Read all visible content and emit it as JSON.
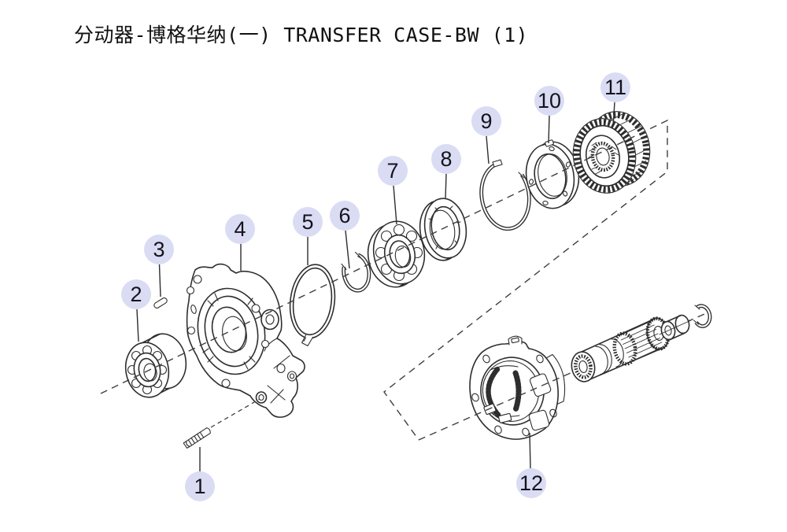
{
  "title": "分动器-博格华纳(一) TRANSFER CASE-BW (1)",
  "callouts": [
    {
      "label": "1",
      "part": "hex-flange-bolt"
    },
    {
      "label": "2",
      "part": "ball-bearing-front"
    },
    {
      "label": "3",
      "part": "dowel-pin"
    },
    {
      "label": "4",
      "part": "front-bearing-retainer-plate"
    },
    {
      "label": "5",
      "part": "oil-baffle-ring"
    },
    {
      "label": "6",
      "part": "snap-ring-small"
    },
    {
      "label": "7",
      "part": "ball-bearing-main"
    },
    {
      "label": "8",
      "part": "bearing-race-ring"
    },
    {
      "label": "9",
      "part": "snap-ring-large"
    },
    {
      "label": "10",
      "part": "thrust-washer-plate"
    },
    {
      "label": "11",
      "part": "drive-sprocket-gear"
    },
    {
      "label": "12",
      "part": "rear-carrier-housing"
    }
  ],
  "colors": {
    "background": "#ffffff",
    "line": "#2e2e2e",
    "centerline": "#3f3f3f",
    "badge_fill": "#dadcf4",
    "badge_text": "#14141c"
  }
}
